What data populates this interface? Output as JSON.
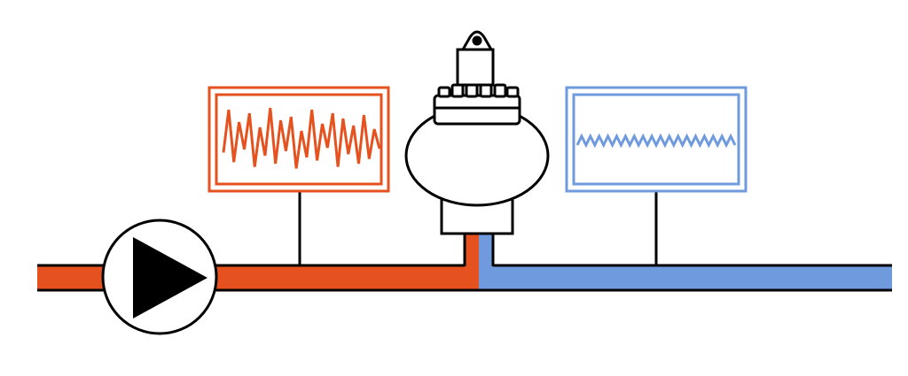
{
  "colors": {
    "hot": "#E5521F",
    "cold": "#6F9BDE",
    "outline": "#000000",
    "background": "#ffffff"
  },
  "diagram": {
    "components": [
      {
        "name": "pump",
        "icon": "pump-icon"
      },
      {
        "name": "inlet-pressure-gauge",
        "icon": "wave-signal-icon",
        "signal": "high-amplitude-fluctuation"
      },
      {
        "name": "pressure-damper-valve",
        "icon": "valve-icon"
      },
      {
        "name": "outlet-pressure-gauge",
        "icon": "wave-signal-icon",
        "signal": "low-amplitude-fluctuation"
      }
    ]
  }
}
